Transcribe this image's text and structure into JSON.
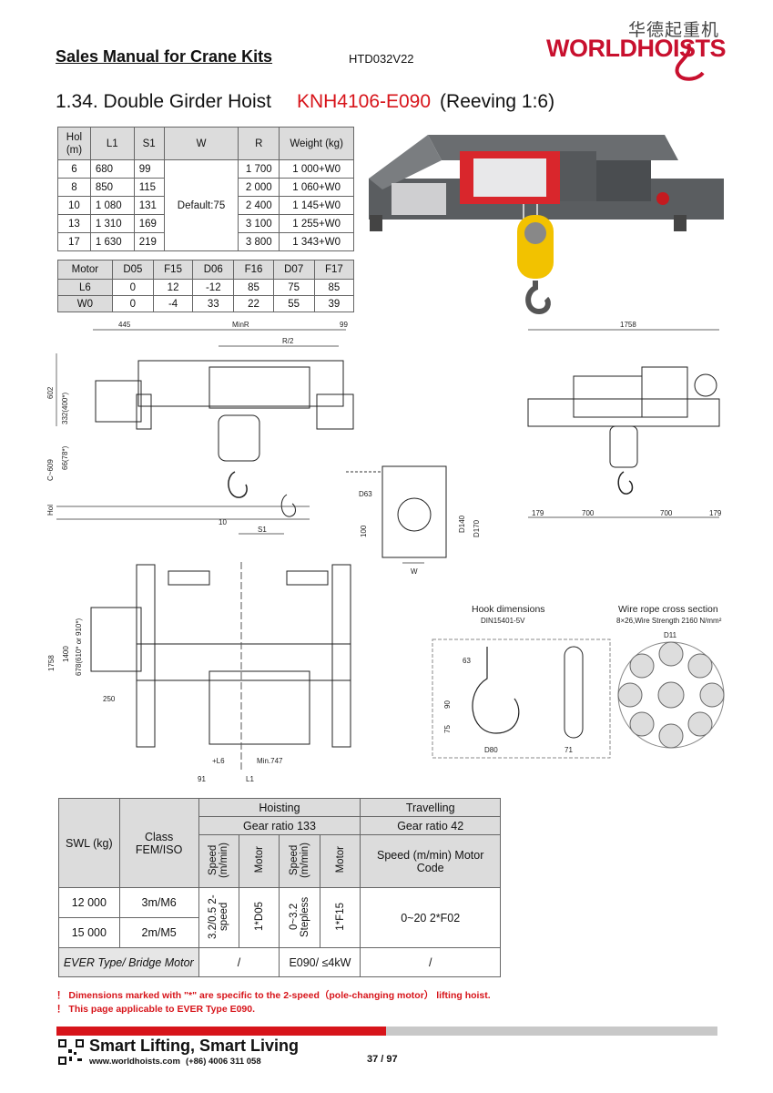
{
  "header": {
    "title": "Sales Manual for Crane Kits",
    "code": "HTD032V22",
    "logo_cn": "华德起重机",
    "logo_text": "WORLDHOISTS"
  },
  "section": {
    "number_title": "1.34. Double Girder Hoist",
    "model": "KNH4106-E090",
    "reeving": "(Reeving 1:6)"
  },
  "table1": {
    "headers": [
      "Hol (m)",
      "L1",
      "S1",
      "W",
      "R",
      "Weight (kg)"
    ],
    "w_value": "Default:75",
    "rows": [
      {
        "hol": "6",
        "l1": "680",
        "s1": "99",
        "r": "1 700",
        "weight": "1 000+W0"
      },
      {
        "hol": "8",
        "l1": "850",
        "s1": "115",
        "r": "2 000",
        "weight": "1 060+W0"
      },
      {
        "hol": "10",
        "l1": "1 080",
        "s1": "131",
        "r": "2 400",
        "weight": "1 145+W0"
      },
      {
        "hol": "13",
        "l1": "1 310",
        "s1": "169",
        "r": "3 100",
        "weight": "1 255+W0"
      },
      {
        "hol": "17",
        "l1": "1 630",
        "s1": "219",
        "r": "3 800",
        "weight": "1 343+W0"
      }
    ]
  },
  "table2": {
    "headers": [
      "Motor",
      "D05",
      "F15",
      "D06",
      "F16",
      "D07",
      "F17"
    ],
    "rows": [
      {
        "name": "L6",
        "values": [
          "0",
          "12",
          "-12",
          "85",
          "75",
          "85"
        ]
      },
      {
        "name": "W0",
        "values": [
          "0",
          "-4",
          "33",
          "22",
          "55",
          "39"
        ]
      }
    ]
  },
  "drawings": {
    "top_dims": {
      "d445": "445",
      "minr": "MinR",
      "d99": "99",
      "r2": "R/2"
    },
    "left_dims": {
      "d602": "602",
      "d332": "332(400*)",
      "c609": "C~609",
      "d66": "66(78*)",
      "hol": "Hol"
    },
    "bottom_dims": {
      "d10": "10",
      "s1": "S1"
    },
    "right_dims": {
      "d1758": "1758",
      "d179a": "179",
      "d700a": "700",
      "d700b": "700",
      "d179b": "179"
    },
    "wheel_dims": {
      "d63": "D63",
      "d100": "100",
      "d140": "D140",
      "d170": "D170",
      "w": "W"
    },
    "plan_dims": {
      "d1758": "1758",
      "d1400": "1400",
      "d678": "678(610* or 910*)",
      "d250": "250",
      "l6": "+L6",
      "min747": "Min.747",
      "d91": "91",
      "l1": "L1"
    },
    "hook": {
      "title": "Hook dimensions",
      "standard": "DIN15401-5V",
      "d63": "63",
      "d90": "90",
      "d75": "75",
      "d80": "D80",
      "d71": "71"
    },
    "rope": {
      "title": "Wire rope cross section",
      "spec": "8×26,Wire Strength 2160 N/mm²",
      "d11": "D11"
    }
  },
  "table3": {
    "swl_label": "SWL (kg)",
    "class_label": "Class FEM/ISO",
    "hoisting": "Hoisting",
    "travelling": "Travelling",
    "hoist_gear": "Gear ratio 133",
    "travel_gear": "Gear ratio 42",
    "speed_label": "Speed (m/min)",
    "motor_label": "Motor",
    "travel_speed_label": "Speed (m/min) Motor Code",
    "rows": [
      {
        "swl": "12 000",
        "class": "3m/M6"
      },
      {
        "swl": "15 000",
        "class": "2m/M5"
      }
    ],
    "hoist_speed": "3.2/0.5 2-speed",
    "hoist_motor": "1*D05",
    "hoist_speed2": "0~3.2 Stepless",
    "hoist_motor2": "1*F15",
    "travel_value": "0~20 2*F02",
    "ever_label": "EVER Type/ Bridge Motor",
    "ever_c1": "/",
    "ever_c2": "E090/ ≤4kW",
    "ever_c3": "/"
  },
  "notes": [
    "！ Dimensions marked with \"*\" are specific to the 2-speed（pole-changing motor） lifting hoist.",
    "！ This page applicable to EVER Type E090."
  ],
  "footer": {
    "slogan": "Smart Lifting, Smart Living",
    "website": "www.worldhoists.com",
    "phone": "(+86) 4006 311 058",
    "page": "37 / 97"
  },
  "colors": {
    "brand_red": "#d7141a",
    "header_gray": "#dcdcdc"
  }
}
